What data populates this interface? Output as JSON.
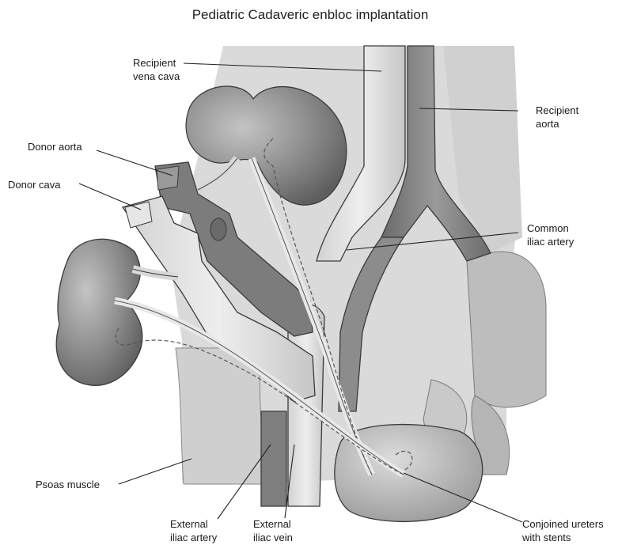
{
  "title": "Pediatric Cadaveric enbloc implantation",
  "labels": {
    "recipient_vena_cava": [
      "Recipient",
      "vena cava"
    ],
    "recipient_aorta": [
      "Recipient",
      "aorta"
    ],
    "donor_aorta": "Donor aorta",
    "donor_cava": "Donor cava",
    "common_iliac_artery": [
      "Common",
      "iliac artery"
    ],
    "psoas_muscle": "Psoas muscle",
    "external_iliac_artery": [
      "External",
      "iliac artery"
    ],
    "external_iliac_vein": [
      "External",
      "iliac vein"
    ],
    "conjoined_ureters": [
      "Conjoined ureters",
      "with stents"
    ]
  }
}
